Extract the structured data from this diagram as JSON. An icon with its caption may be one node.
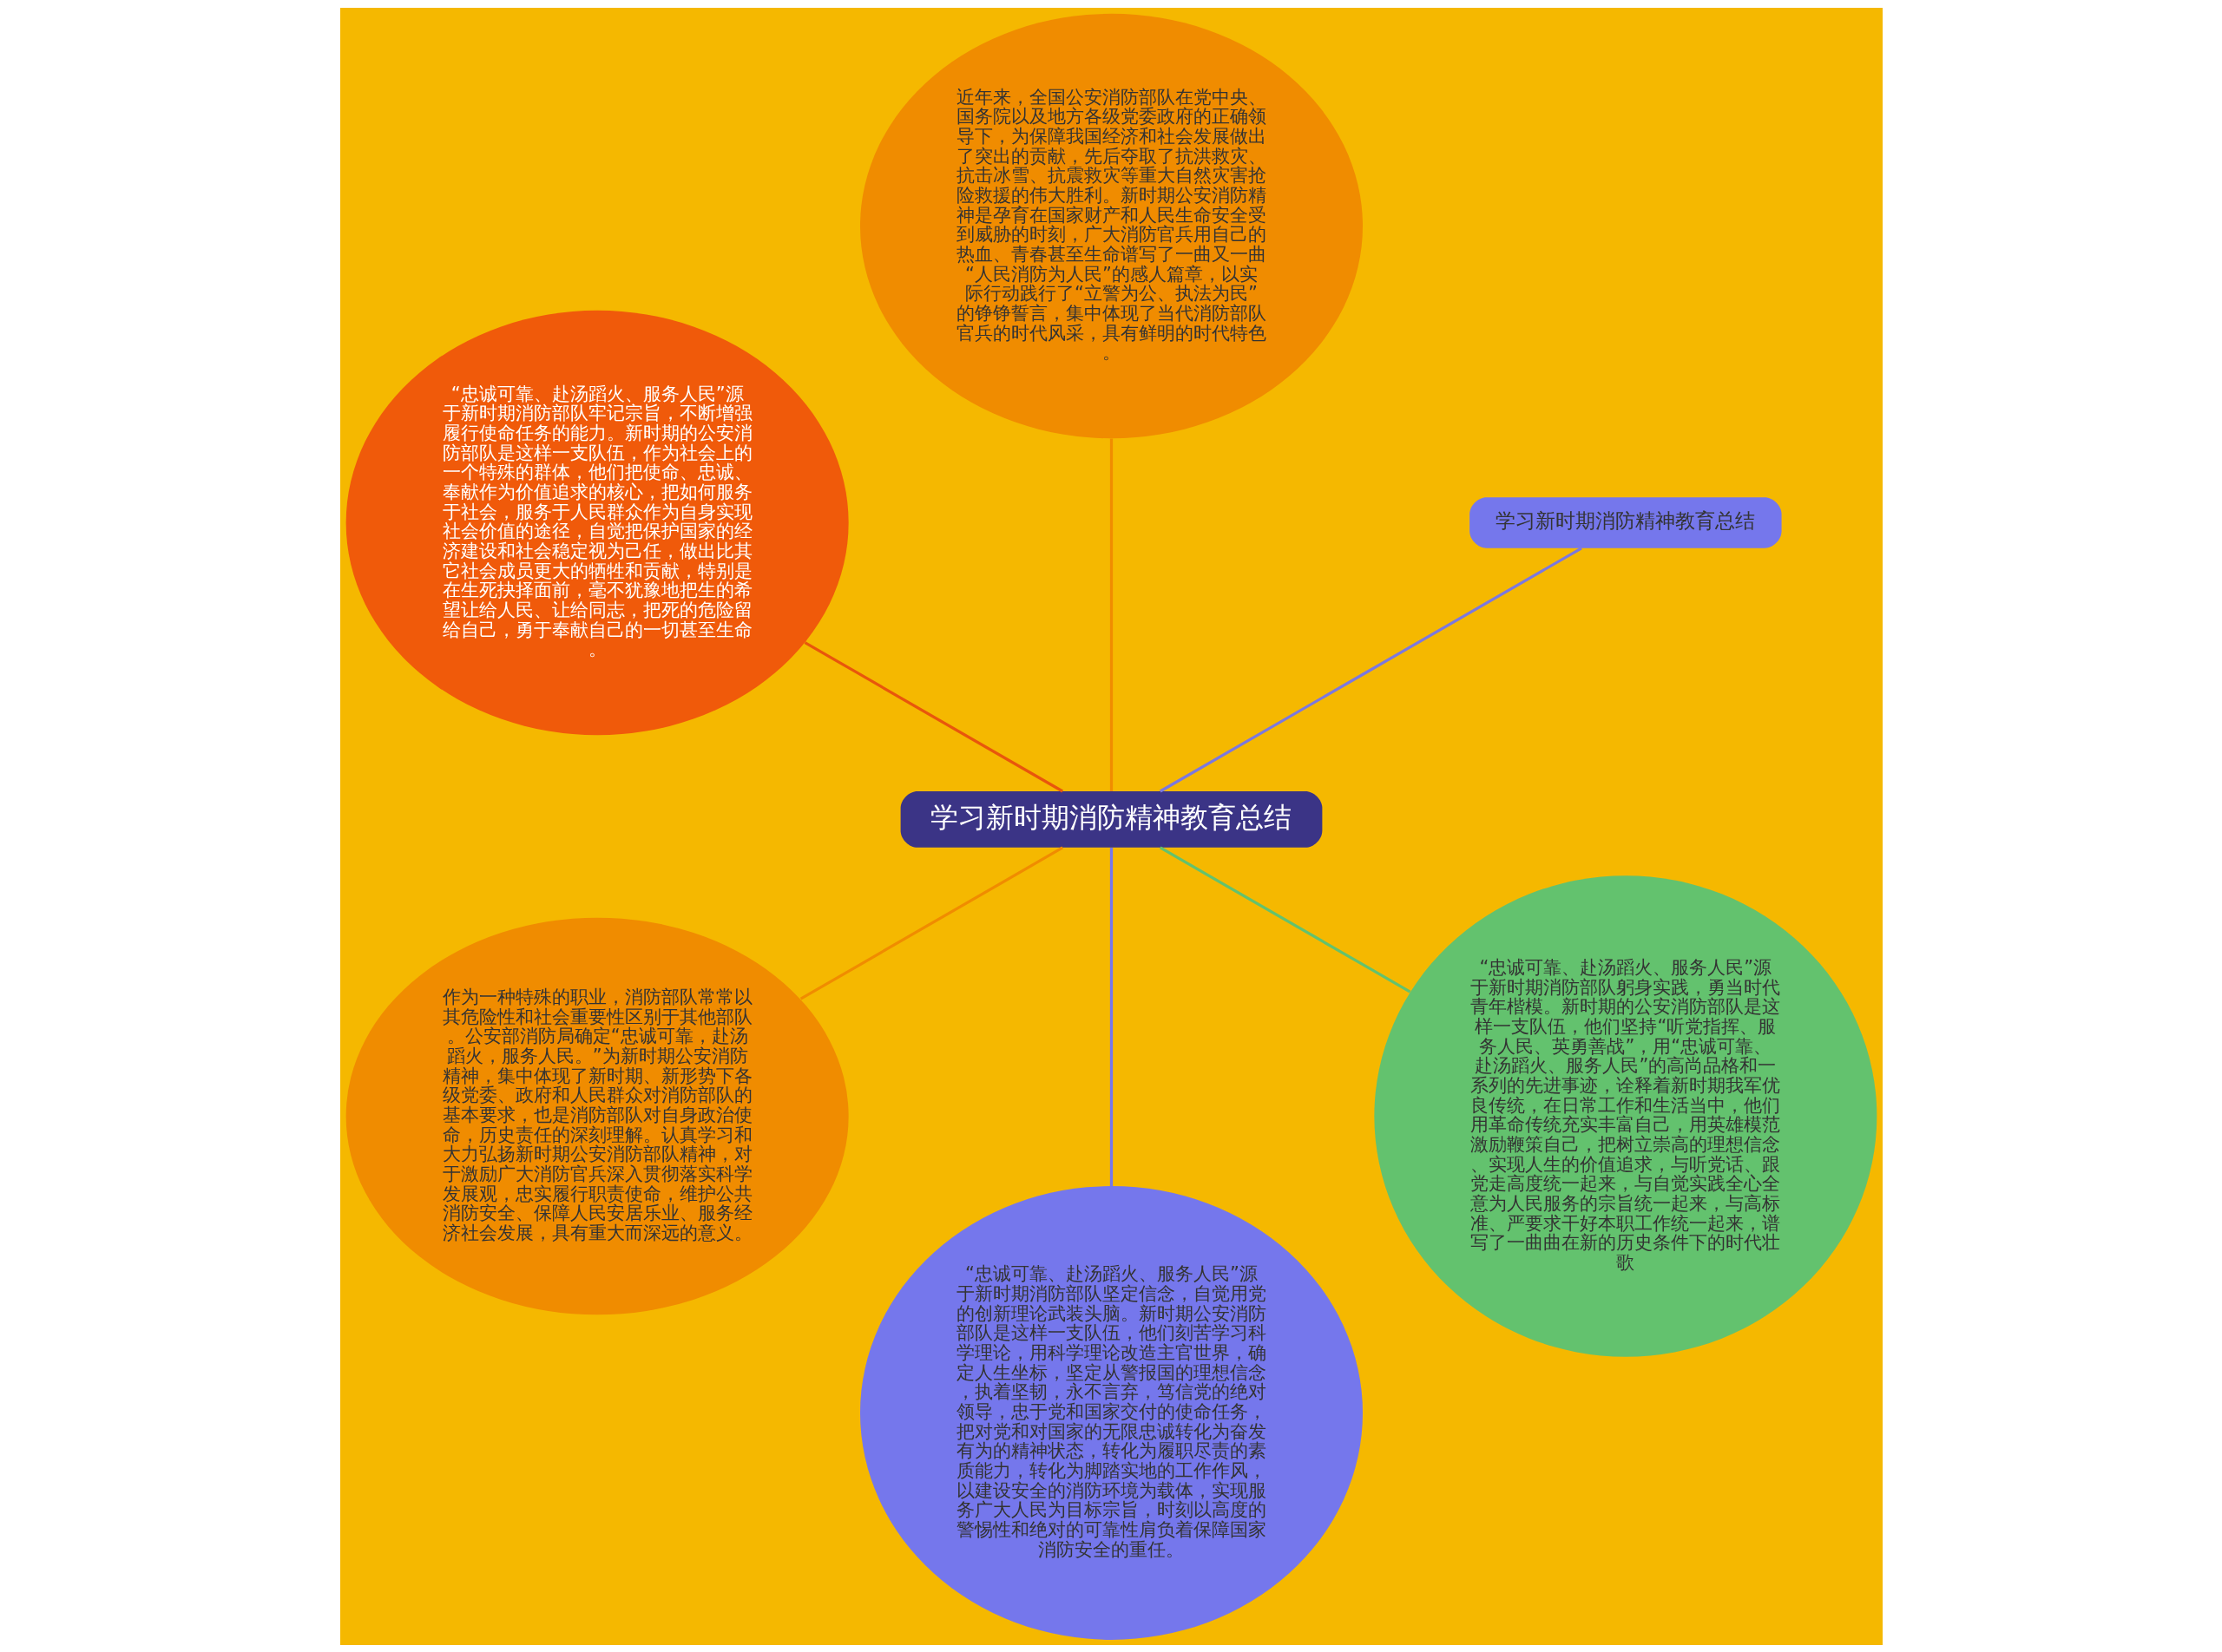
{
  "diagram": {
    "nodes": [
      {
        "text": [
          "学习新时期消防精神教育总结"
        ]
      },
      {
        "text": [
          "学习新时期消防精神教育总结"
        ]
      },
      {
        "text": [
          "近年来，全国公安消防部队在党中央、国务院以及地方各级党委政府的正确领导下，为保障我国经济和社会发展做出了突出的贡献，先后夺取了抗洪救灾、抗击冰雪、抗震救灾等重大自然灾害抢险救援的伟大胜利。新时期公安消防精神是孕育在国家财产和人民生命安全受到威胁的时刻，广大消防官兵用自己的热血、青春甚至生命谱写了一曲又一曲“人民消防为人民”的感人篇章，以实际行动践行了“立警为公、执法为民”的铮铮誓言，集中体现了当代消防部队官兵的时代风采，具有鲜明的时代特色。"
        ]
      },
      {
        "text": [
          "“忠诚可靠、赴汤蹈火、服务人民”源于新时期消防部队牢记宗旨，不断增强履行使命任务的能力。新时期的公安消防部队是这样一支队伍，作为社会上的一个特殊的群体，他们把使命、忠诚、奉献作为价值追求的核心，把如何服务于社会，服务于人民群众作为自身实现社会价值的途径，自觉把保护国家的经济建设和社会稳定视为己任，做出比其它社会成员更大的牺牲和贡献，特别是在生死抉择面前，毫不犹豫地把生的希望让给人民、让给同志，把死的危险留给自己，勇于奉献自己的一切甚至生命。"
        ]
      },
      {
        "text": [
          "作为一种特殊的职业，消防部队常常以其危险性和社会重要性区别于其他部队。公安部消防局确定“忠诚可靠，赴汤蹈火，服务人民。”为新时期公安消防精神，集中体现了新时期、新形势下各级党委、政府和人民群众对消防部队的基本要求，也是消防部队对自身政治使命，历史责任的深刻理解。认真学习和大力弘扬新时期公安消防部队精神，对于激励广大消防官兵深入贯彻落实科学发展观，忠实履行职责使命，维护公共消防安全、保障人民安居乐业、服务经济社会发展，具有重大而深远的意义。"
        ]
      },
      {
        "text": [
          "“忠诚可靠、赴汤蹈火、服务人民”源于新时期消防部队坚定信念，自觉用党的创新理论武装头脑。新时期公安消防部队是这样一支队伍，他们刻苦学习科学理论，用科学理论改造主官世界，确定人生坐标，坚定从警报国的理想信念，执着坚韧，永不言弃，笃信党的绝对领导，忠于党和国家交付的使命任务，把对党和对国家的无限忠诚转化为奋发有为的精神状态，转化为履职尽责的素质能力，转化为脚踏实地的工作作风，以建设安全的消防环境为载体，实现服务广大人民为目标宗旨，时刻以高度的警惕性和绝对的可靠性肩负着保障国家消防安全的重任。"
        ]
      },
      {
        "text": [
          "“忠诚可靠、赴汤蹈火、服务人民”源于新时期消防部队躬身实践，勇当时代青年楷模。新时期的公安消防部队是这样一支队伍，他们坚持“听党指挥、服务人民、英勇善战”，用“忠诚可靠、赴汤蹈火、服务人民”的高尚品格和一系列的先进事迹，诠释着新时期我军优良传统，在日常工作和生活当中，他们用革命传统充实丰富自己，用英雄模范激励鞭策自己，把树立崇高的理想信念、实现人生的价值追求，与听党话、跟党走高度统一起来，与自觉实践全心全意为人民服务的宗旨统一起来，与高标准、严要求干好本职工作统一起来，谱写了一曲曲在新的历史条件下的时代壮歌"
        ]
      }
    ],
    "edges": [
      {
        "from": 0,
        "to": 1,
        "arrow": "none",
        "color": "#7b78e0"
      },
      {
        "from": 0,
        "to": 2,
        "arrow": "none",
        "color": "#f08c00"
      },
      {
        "from": 0,
        "to": 3,
        "arrow": "none",
        "color": "#e8560c"
      },
      {
        "from": 0,
        "to": 4,
        "arrow": "none",
        "color": "#f08c00"
      },
      {
        "from": 0,
        "to": 5,
        "arrow": "none",
        "color": "#7577ec"
      },
      {
        "from": 0,
        "to": 6,
        "arrow": "none",
        "color": "#63c26e"
      }
    ]
  }
}
